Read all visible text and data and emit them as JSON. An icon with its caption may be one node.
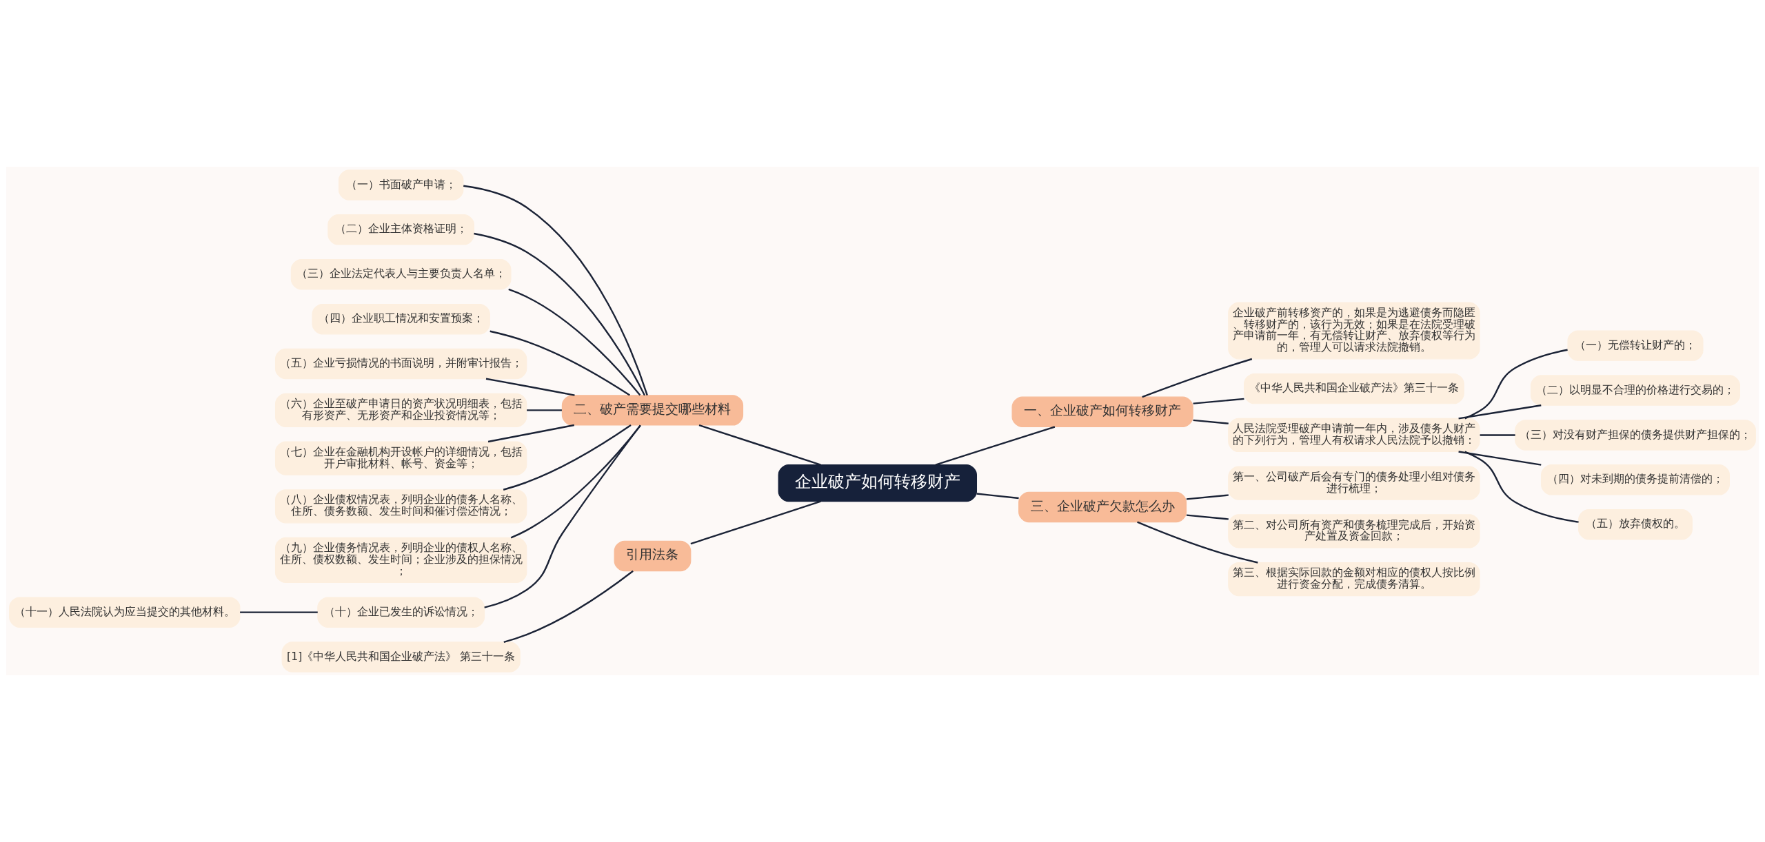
{
  "diagram": {
    "nodes": [
      {
        "text": [
          "企业破产如何转移财产"
        ]
      },
      {
        "text": [
          "二、破产需要提交哪些材料"
        ]
      },
      {
        "text": [
          "（一）书面破产申请；"
        ]
      },
      {
        "text": [
          "（二）企业主体资格证明；"
        ]
      },
      {
        "text": [
          "（三）企业法定代表人与主要负责人名单；"
        ]
      },
      {
        "text": [
          "（四）企业职工情况和安置预案；"
        ]
      },
      {
        "text": [
          "（五）企业亏损情况的书面说明，并附审计报告；"
        ]
      },
      {
        "text": [
          "（六）企业至破产申请日的资产状况明细表，包括有形资产、无形资产和企业投资情况等；"
        ]
      },
      {
        "text": [
          "（七）企业在金融机构开设帐户的详细情况，包括开户审批材料、帐号、资金等；"
        ]
      },
      {
        "text": [
          "（八）企业债权情况表，列明企业的债务人名称、住所、债务数额、发生时间和催讨偿还情况；"
        ]
      },
      {
        "text": [
          "（九）企业债务情况表，列明企业的债权人名称、住所、债权数额、发生时间；企业涉及的担保情况；"
        ]
      },
      {
        "text": [
          "（十）企业已发生的诉讼情况；"
        ]
      },
      {
        "text": [
          "（十一）人民法院认为应当提交的其他材料。"
        ]
      },
      {
        "text": [
          "引用法条"
        ]
      },
      {
        "text": [
          "[1]《中华人民共和国企业破产法》 第三十一条"
        ]
      },
      {
        "text": [
          "一、企业破产如何转移财产"
        ]
      },
      {
        "text": [
          "企业破产前转移资产的，如果是为逃避债务而隐匿、转移财产的，该行为无效；如果是在法院受理破产申请前一年，有无偿转让财产、放弃债权等行为的，管理人可以请求法院撤销。"
        ]
      },
      {
        "text": [
          "《中华人民共和国企业破产法》第三十一条"
        ]
      },
      {
        "text": [
          "人民法院受理破产申请前一年内，涉及债务人财产的下列行为，管理人有权请求人民法院予以撤销："
        ]
      },
      {
        "text": [
          "（一）无偿转让财产的；"
        ]
      },
      {
        "text": [
          "（二）以明显不合理的价格进行交易的；"
        ]
      },
      {
        "text": [
          "（三）对没有财产担保的债务提供财产担保的；"
        ]
      },
      {
        "text": [
          "（四）对未到期的债务提前清偿的；"
        ]
      },
      {
        "text": [
          "（五）放弃债权的。"
        ]
      },
      {
        "text": [
          "三、企业破产欠款怎么办"
        ]
      },
      {
        "text": [
          "第一、公司破产后会有专门的债务处理小组对债务进行梳理；"
        ]
      },
      {
        "text": [
          "第二、对公司所有资产和债务梳理完成后，开始资产处置及资金回款；"
        ]
      },
      {
        "text": [
          "第三、根据实际回款的金额对相应的债权人按比例进行资金分配，完成债务清算。"
        ]
      }
    ],
    "edges": [
      {
        "from": 1,
        "to": 0,
        "arrow": "none"
      },
      {
        "from": 2,
        "to": 1,
        "arrow": "none"
      },
      {
        "from": 3,
        "to": 1,
        "arrow": "none"
      },
      {
        "from": 4,
        "to": 1,
        "arrow": "none"
      },
      {
        "from": 5,
        "to": 1,
        "arrow": "none"
      },
      {
        "from": 6,
        "to": 1,
        "arrow": "none"
      },
      {
        "from": 7,
        "to": 1,
        "arrow": "none"
      },
      {
        "from": 8,
        "to": 1,
        "arrow": "none"
      },
      {
        "from": 9,
        "to": 1,
        "arrow": "none"
      },
      {
        "from": 10,
        "to": 1,
        "arrow": "none"
      },
      {
        "from": 11,
        "to": 1,
        "arrow": "none"
      },
      {
        "from": 12,
        "to": 11,
        "arrow": "none"
      },
      {
        "from": 13,
        "to": 0,
        "arrow": "none"
      },
      {
        "from": 14,
        "to": 13,
        "arrow": "none"
      },
      {
        "from": 0,
        "to": 15,
        "arrow": "none"
      },
      {
        "from": 15,
        "to": 16,
        "arrow": "none"
      },
      {
        "from": 15,
        "to": 17,
        "arrow": "none"
      },
      {
        "from": 15,
        "to": 18,
        "arrow": "none"
      },
      {
        "from": 18,
        "to": 19,
        "arrow": "none"
      },
      {
        "from": 18,
        "to": 20,
        "arrow": "none"
      },
      {
        "from": 18,
        "to": 21,
        "arrow": "none"
      },
      {
        "from": 18,
        "to": 22,
        "arrow": "none"
      },
      {
        "from": 18,
        "to": 23,
        "arrow": "none"
      },
      {
        "from": 0,
        "to": 24,
        "arrow": "none"
      },
      {
        "from": 24,
        "to": 25,
        "arrow": "none"
      },
      {
        "from": 24,
        "to": 26,
        "arrow": "none"
      },
      {
        "from": 24,
        "to": 27,
        "arrow": "none"
      }
    ]
  }
}
